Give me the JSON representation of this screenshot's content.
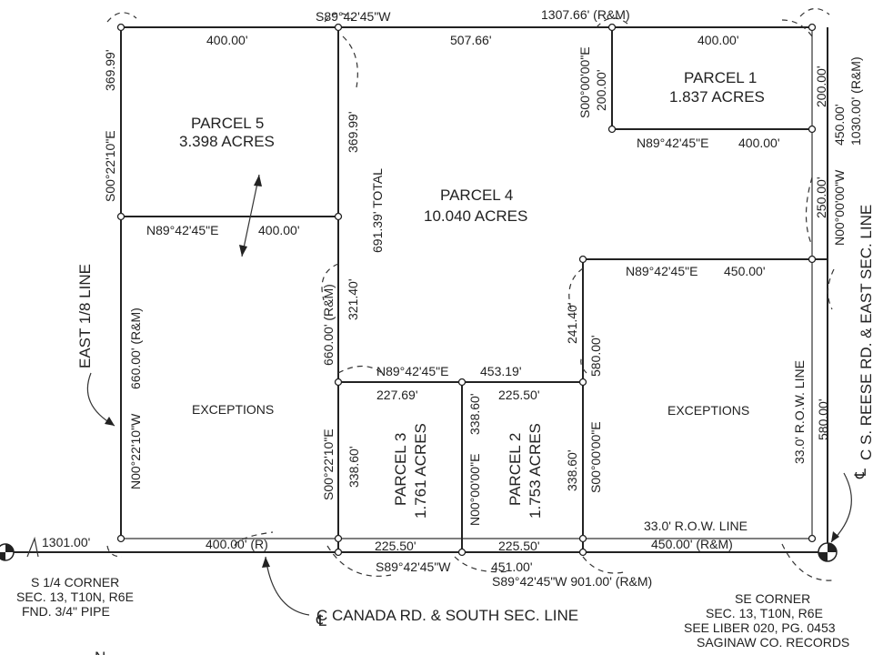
{
  "lines": {
    "top_bearing": "S89°42'45\"W",
    "top_total": "1307.66' (R&M)",
    "p5_top": "400.00'",
    "p4_top": "507.66'",
    "p1_top": "400.00'",
    "p5_west": "369.99'",
    "west_bearing_upper": "S00°22'10\"E",
    "p5_east": "369.99'",
    "total_691": "691.39' TOTAL",
    "p1_west_bearing": "S00°00'00\"E",
    "p1_west": "200.00'",
    "p1_east": "200.00'",
    "p1_bottom_bearing": "N89°42'45\"E",
    "p1_bottom": "400.00'",
    "east_bearing": "N00°00'00\"W",
    "east_450": "450.00'",
    "east_1030": "1030.00' (R&M)",
    "east_250": "250.00'",
    "p5_bottom_bearing": "N89°42'45\"E",
    "p5_bottom": "400.00'",
    "exc_east_top_bearing": "N89°42'45\"E",
    "exc_east_top": "450.00'",
    "east_eighth_line": "EAST 1/8 LINE",
    "west_660": "660.00' (R&M)",
    "west_bearing_lower": "N00°22'10\"W",
    "mid_660": "660.00' (R&M)",
    "mid_321": "321.40'",
    "p4_right_241": "241.40'",
    "p4_right_580": "580.00'",
    "p32_top_bearing": "N89°42'45\"E",
    "p32_top": "453.19'",
    "p3_top": "227.69'",
    "p2_top": "225.50'",
    "p3_west_bearing": "S00°22'10\"E",
    "p3_west": "338.60'",
    "p3_east_bearing": "N00°00'00\"E",
    "p3_east": "338.60'",
    "p2_east": "338.60'",
    "p2_east_bearing": "S00°00'00\"E",
    "row_east_label": "33.0' R.O.W. LINE",
    "row_east_580": "580.00'",
    "row_south_label": "33.0' R.O.W. LINE",
    "south_1301": "1301.00'",
    "south_400r": "400.00' (R)",
    "p3_bottom": "225.50'",
    "p2_bottom": "225.50'",
    "south_450": "450.00' (R&M)",
    "p3_bottom_bearing": "S89°42'45\"W",
    "p3_bottom_451": "451.00'",
    "south_901": "S89°42'45\"W 901.00' (R&M)",
    "reese_road": "C S. REESE RD. & EAST SEC. LINE",
    "canada_road": "C CANADA RD. & SOUTH SEC. LINE",
    "north_partial": "N"
  },
  "parcels": {
    "p1_name": "PARCEL 1",
    "p1_area": "1.837 ACRES",
    "p5_name": "PARCEL 5",
    "p5_area": "3.398 ACRES",
    "p4_name": "PARCEL 4",
    "p4_area": "10.040 ACRES",
    "p3_name": "PARCEL 3",
    "p3_area": "1.761 ACRES",
    "p2_name": "PARCEL 2",
    "p2_area": "1.753 ACRES",
    "exc_west": "EXCEPTIONS",
    "exc_east": "EXCEPTIONS"
  },
  "notes": {
    "s_corner_1": "S 1/4 CORNER",
    "s_corner_2": "SEC. 13, T10N, R6E",
    "s_corner_3": "FND. 3/4\" PIPE",
    "se_corner_1": "SE CORNER",
    "se_corner_2": "SEC. 13, T10N, R6E",
    "se_corner_3": "SEE LIBER 020, PG. 0453",
    "se_corner_4": "SAGINAW CO. RECORDS"
  }
}
